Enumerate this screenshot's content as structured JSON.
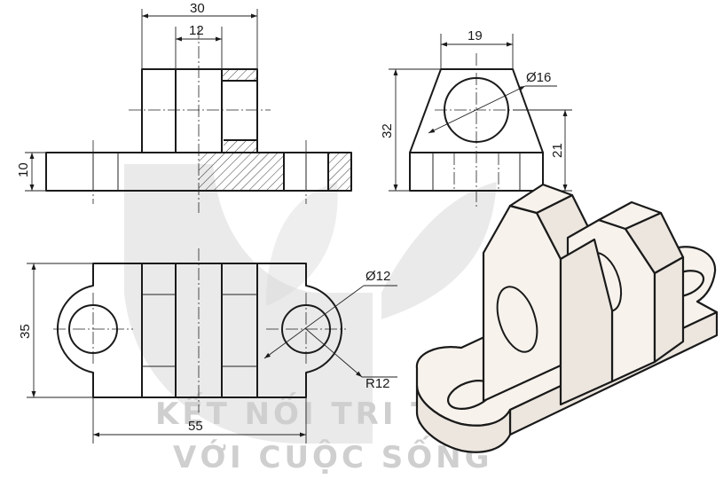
{
  "front_view": {
    "dim_total_width": "30",
    "dim_hole": "12",
    "dim_base_height": "10"
  },
  "side_view": {
    "dim_top_width": "19",
    "dim_hole_diameter": "Ø16",
    "dim_total_height": "32",
    "dim_hole_height": "21"
  },
  "top_view": {
    "dim_width": "35",
    "dim_length": "55",
    "dim_hole_diameter": "Ø12",
    "dim_radius": "R12"
  },
  "watermark": {
    "line1": "KẾT NỐI TRI THỨC",
    "line2": "VỚI CUỘC SỐNG"
  },
  "colors": {
    "line": "#1a1a1a",
    "watermark": "#d9d9d9",
    "iso_fill": "#f7f2ec"
  }
}
